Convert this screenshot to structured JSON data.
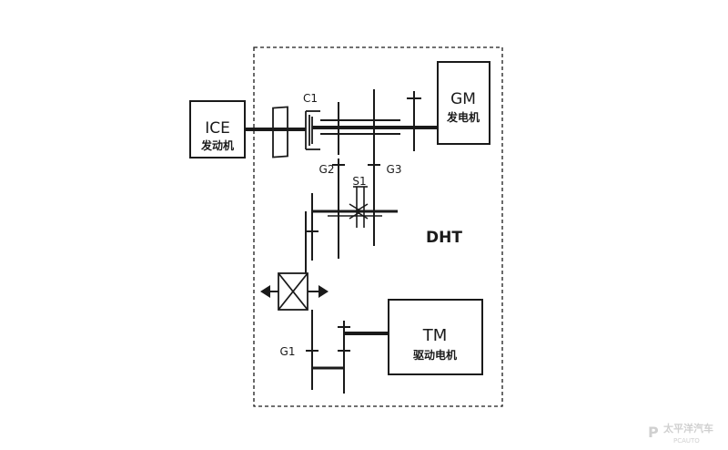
{
  "labels": {
    "ice": "ICE",
    "ice_cn": "发动机",
    "gm": "GM",
    "gm_cn": "发电机",
    "tm": "TM",
    "tm_cn": "驱动电机",
    "dht": "DHT",
    "c1": "C1",
    "g1": "G1",
    "g2": "G2",
    "g3": "G3",
    "s1": "S1"
  },
  "watermark": {
    "text": "太平洋汽车",
    "sub": "PCAUTO"
  },
  "colors": {
    "line": "#1a1a1a",
    "background": "#ffffff",
    "watermark": "#d0d0d0"
  }
}
